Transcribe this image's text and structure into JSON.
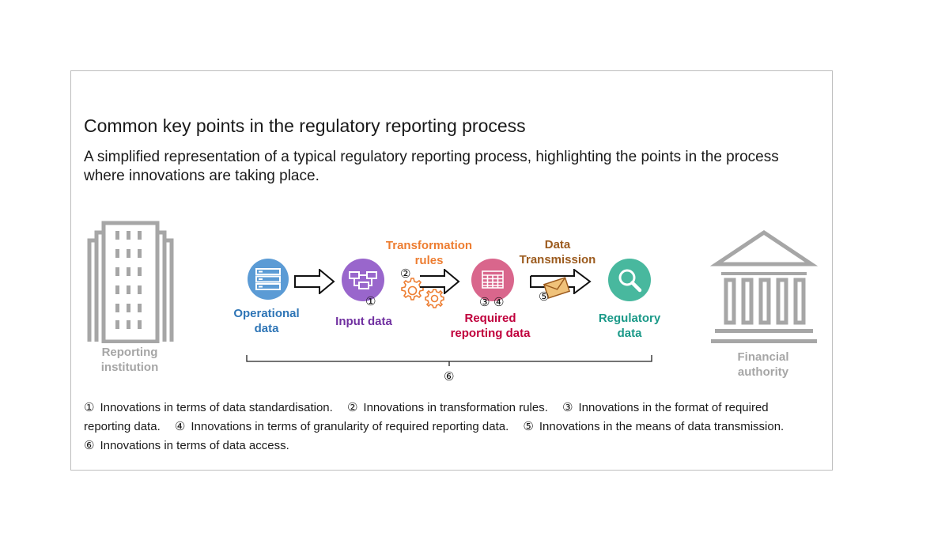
{
  "title": "Common key points in the regulatory reporting process",
  "subtitle": "A simplified representation of a typical regulatory reporting process, highlighting the points in the process where innovations are taking place.",
  "entities": {
    "reporting_institution": [
      "Reporting",
      "institution"
    ],
    "financial_authority": [
      "Financial",
      "authority"
    ]
  },
  "steps": {
    "operational_data": [
      "Operational",
      "data"
    ],
    "input_data": [
      "Input data"
    ],
    "transformation_rules": [
      "Transformation",
      "rules"
    ],
    "required_reporting_data": [
      "Required",
      "reporting data"
    ],
    "data_transmission": [
      "Data",
      "Transmission"
    ],
    "regulatory_data": [
      "Regulatory",
      "data"
    ]
  },
  "markers": {
    "m1": "①",
    "m2": "②",
    "m3": "③",
    "m4": "④",
    "m5": "⑤",
    "m6": "⑥"
  },
  "legend": [
    {
      "glyph": "①",
      "text": "Innovations in terms of data standardisation."
    },
    {
      "glyph": "②",
      "text": "Innovations in transformation rules."
    },
    {
      "glyph": "③",
      "text": "Innovations in the format of required reporting data."
    },
    {
      "glyph": "④",
      "text": "Innovations in terms of granularity of required reporting data."
    },
    {
      "glyph": "⑤",
      "text": "Innovations in the means of data transmission."
    },
    {
      "glyph": "⑥",
      "text": "Innovations in terms of data access."
    }
  ],
  "colors": {
    "gray": "#a6a6a6",
    "operational": "#5b9bd5",
    "operational_text": "#2e75b6",
    "input": "#7030a0",
    "input_circle": "#9966cc",
    "transformation": "#ed7d31",
    "required": "#c0003c",
    "required_circle": "#d9668c",
    "transmission": "#9c5b1e",
    "regulatory": "#1a9988",
    "regulatory_circle": "#48b89e"
  }
}
